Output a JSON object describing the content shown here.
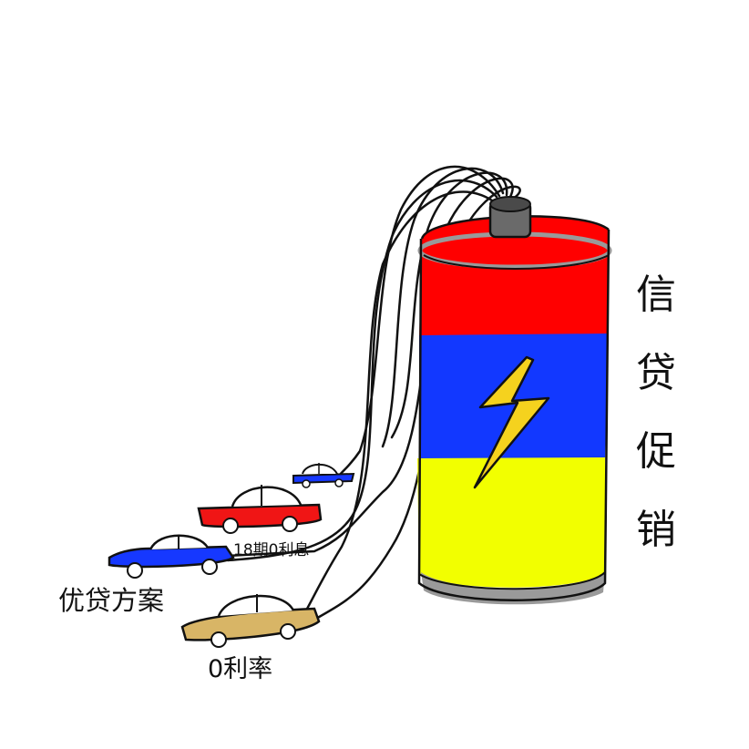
{
  "title_chars": [
    "信",
    "贷",
    "促",
    "销"
  ],
  "labels": {
    "car_red": "18期0利息",
    "car_blue": "优贷方案",
    "car_gold": "0利率"
  },
  "colors": {
    "battery_red": "#ff0000",
    "battery_blue": "#1238ff",
    "battery_yellow": "#f2ff00",
    "lightning": "#f5d21e",
    "car_gold": "#d8b566",
    "car_blue": "#1638ff",
    "car_red": "#f01515"
  },
  "icons": {
    "battery": "battery-icon",
    "lightning": "lightning-bolt-icon",
    "car": "car-icon"
  }
}
